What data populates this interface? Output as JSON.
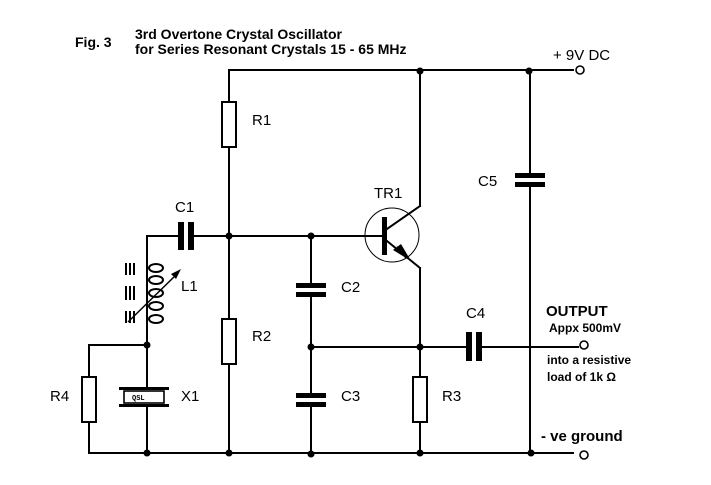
{
  "figure": {
    "fig_label": "Fig. 3",
    "title_line1": "3rd Overtone Crystal Oscillator",
    "title_line2": "for Series Resonant Crystals 15 - 65 MHz"
  },
  "terminals": {
    "supply": "+ 9V DC",
    "output": "OUTPUT",
    "output_note1": "Appx 500mV",
    "output_note2": "into a resistive",
    "output_note3": "load of 1k Ω",
    "ground": "- ve  ground"
  },
  "components": {
    "R1": "R1",
    "R2": "R2",
    "R3": "R3",
    "R4": "R4",
    "C1": "C1",
    "C2": "C2",
    "C3": "C3",
    "C4": "C4",
    "C5": "C5",
    "L1": "L1",
    "X1": "X1",
    "X1_marking": "QSL",
    "TR1": "TR1"
  },
  "colors": {
    "ink": "#000000",
    "background": "#ffffff"
  }
}
